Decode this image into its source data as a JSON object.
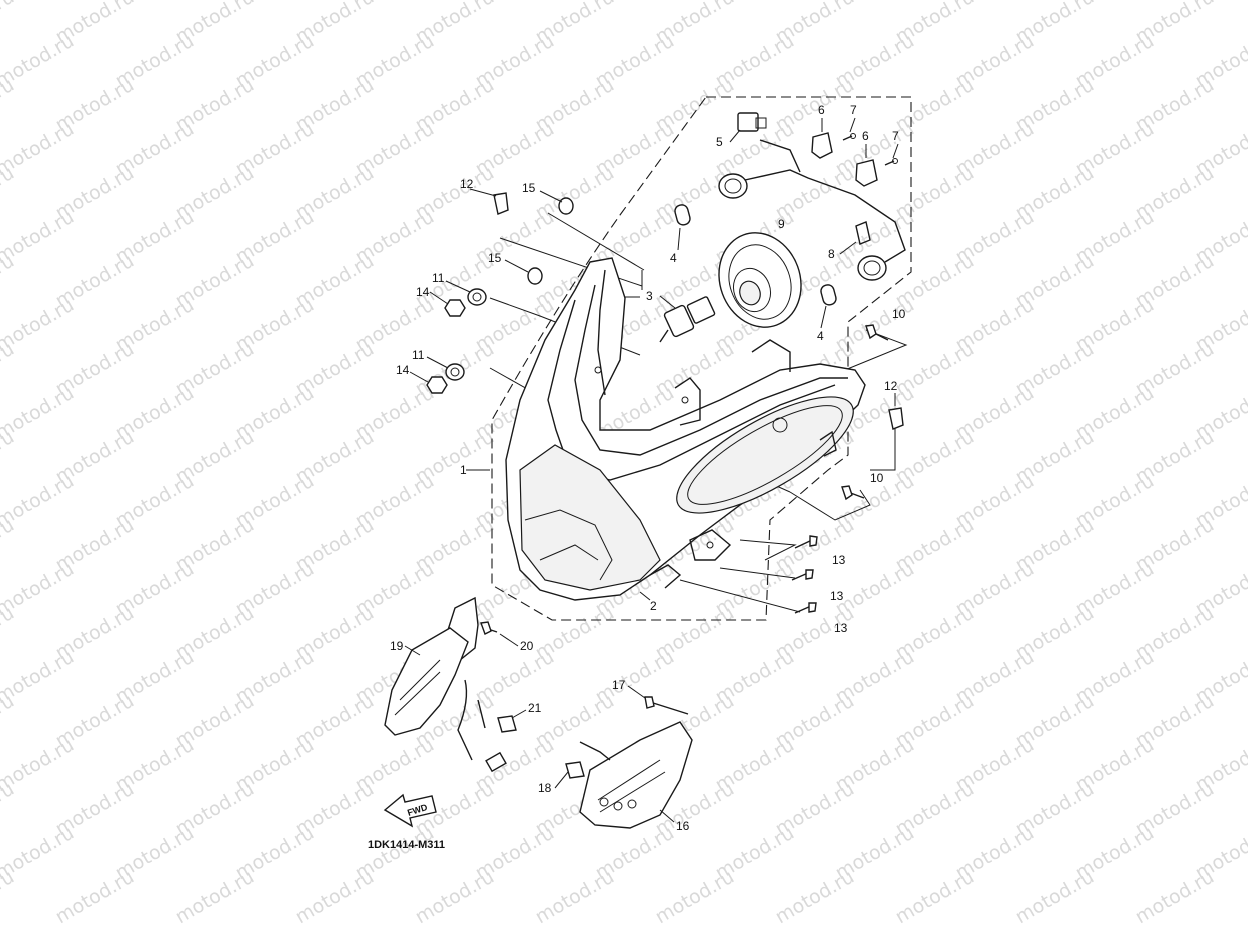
{
  "diagram": {
    "drawing_code": "1DK1414-M311",
    "watermark_text": "motod.ru",
    "direction_label": "FWD",
    "callouts": [
      {
        "id": "c1",
        "text": "1"
      },
      {
        "id": "c2",
        "text": "2"
      },
      {
        "id": "c3",
        "text": "3"
      },
      {
        "id": "c4a",
        "text": "4"
      },
      {
        "id": "c4b",
        "text": "4"
      },
      {
        "id": "c5",
        "text": "5"
      },
      {
        "id": "c6a",
        "text": "6"
      },
      {
        "id": "c6b",
        "text": "6"
      },
      {
        "id": "c7a",
        "text": "7"
      },
      {
        "id": "c7b",
        "text": "7"
      },
      {
        "id": "c8",
        "text": "8"
      },
      {
        "id": "c9",
        "text": "9"
      },
      {
        "id": "c10a",
        "text": "10"
      },
      {
        "id": "c10b",
        "text": "10"
      },
      {
        "id": "c11a",
        "text": "11"
      },
      {
        "id": "c11b",
        "text": "11"
      },
      {
        "id": "c12a",
        "text": "12"
      },
      {
        "id": "c12b",
        "text": "12"
      },
      {
        "id": "c13a",
        "text": "13"
      },
      {
        "id": "c13b",
        "text": "13"
      },
      {
        "id": "c13c",
        "text": "13"
      },
      {
        "id": "c14a",
        "text": "14"
      },
      {
        "id": "c14b",
        "text": "14"
      },
      {
        "id": "c15a",
        "text": "15"
      },
      {
        "id": "c15b",
        "text": "15"
      },
      {
        "id": "c16",
        "text": "16"
      },
      {
        "id": "c17",
        "text": "17"
      },
      {
        "id": "c18",
        "text": "18"
      },
      {
        "id": "c19",
        "text": "19"
      },
      {
        "id": "c20",
        "text": "20"
      },
      {
        "id": "c21",
        "text": "21"
      }
    ]
  }
}
